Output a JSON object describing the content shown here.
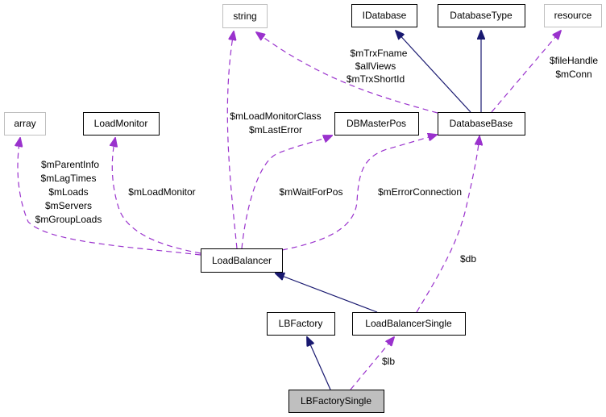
{
  "diagram": {
    "type": "collaboration-graph",
    "colors": {
      "inheritance_edge": "#191970",
      "usage_edge": "#9a32cd",
      "node_border": "#000000",
      "external_node_border": "#bfbfbf",
      "focus_node_fill": "#bfbfbf",
      "node_fill": "#ffffff"
    },
    "nodes": [
      {
        "id": "string",
        "label": "string",
        "kind": "external"
      },
      {
        "id": "IDatabase",
        "label": "IDatabase",
        "kind": "class"
      },
      {
        "id": "DatabaseType",
        "label": "DatabaseType",
        "kind": "class"
      },
      {
        "id": "resource",
        "label": "resource",
        "kind": "external"
      },
      {
        "id": "array",
        "label": "array",
        "kind": "external"
      },
      {
        "id": "LoadMonitor",
        "label": "LoadMonitor",
        "kind": "class"
      },
      {
        "id": "DBMasterPos",
        "label": "DBMasterPos",
        "kind": "class"
      },
      {
        "id": "DatabaseBase",
        "label": "DatabaseBase",
        "kind": "class"
      },
      {
        "id": "LoadBalancer",
        "label": "LoadBalancer",
        "kind": "class"
      },
      {
        "id": "LBFactory",
        "label": "LBFactory",
        "kind": "class"
      },
      {
        "id": "LoadBalancerSingle",
        "label": "LoadBalancerSingle",
        "kind": "class"
      },
      {
        "id": "LBFactorySingle",
        "label": "LBFactorySingle",
        "kind": "focus"
      }
    ],
    "edges": [
      {
        "from": "DatabaseBase",
        "to": "string",
        "style": "usage",
        "labels": [
          "$mTrxFname",
          "$allViews",
          "$mTrxShortId"
        ]
      },
      {
        "from": "DatabaseBase",
        "to": "IDatabase",
        "style": "inheritance",
        "labels": []
      },
      {
        "from": "DatabaseBase",
        "to": "DatabaseType",
        "style": "inheritance",
        "labels": []
      },
      {
        "from": "DatabaseBase",
        "to": "resource",
        "style": "usage",
        "labels": [
          "$fileHandle",
          "$mConn"
        ]
      },
      {
        "from": "LoadBalancer",
        "to": "string",
        "style": "usage",
        "labels": [
          "$mLoadMonitorClass",
          "$mLastError"
        ]
      },
      {
        "from": "LoadBalancer",
        "to": "array",
        "style": "usage",
        "labels": [
          "$mParentInfo",
          "$mLagTimes",
          "$mLoads",
          "$mServers",
          "$mGroupLoads"
        ]
      },
      {
        "from": "LoadBalancer",
        "to": "LoadMonitor",
        "style": "usage",
        "labels": [
          "$mLoadMonitor"
        ]
      },
      {
        "from": "LoadBalancer",
        "to": "DBMasterPos",
        "style": "usage",
        "labels": [
          "$mWaitForPos"
        ]
      },
      {
        "from": "LoadBalancer",
        "to": "DatabaseBase",
        "style": "usage",
        "labels": [
          "$mErrorConnection"
        ]
      },
      {
        "from": "LoadBalancerSingle",
        "to": "LoadBalancer",
        "style": "inheritance",
        "labels": []
      },
      {
        "from": "LoadBalancerSingle",
        "to": "DatabaseBase",
        "style": "usage",
        "labels": [
          "$db"
        ]
      },
      {
        "from": "LBFactorySingle",
        "to": "LBFactory",
        "style": "inheritance",
        "labels": []
      },
      {
        "from": "LBFactorySingle",
        "to": "LoadBalancerSingle",
        "style": "usage",
        "labels": [
          "$lb"
        ]
      }
    ]
  }
}
